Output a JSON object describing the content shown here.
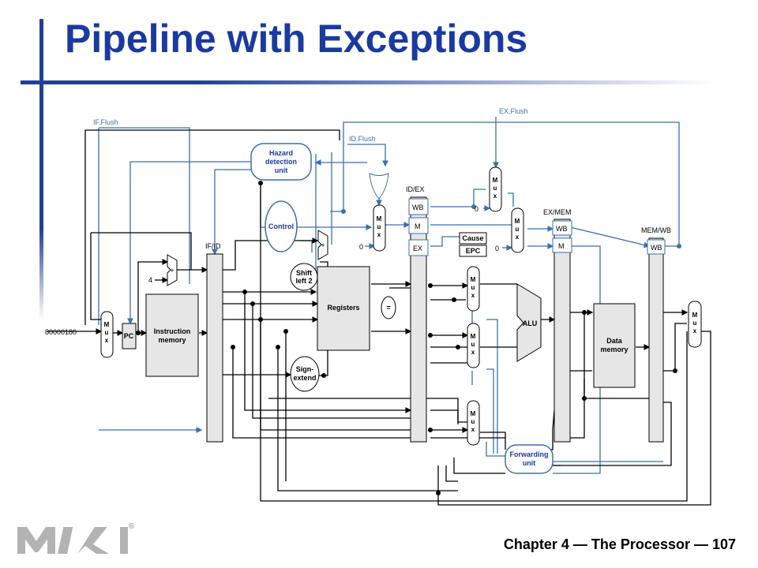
{
  "slide": {
    "title": "Pipeline with Exceptions",
    "footer": "Chapter 4 — The Processor — 107",
    "logo_text": "MK",
    "logo_mark": "®"
  },
  "colors": {
    "title": "#1a3aa0",
    "blue_line": "#3b6fb0",
    "black_line": "#000000",
    "gray_fill": "#e6e6e6"
  },
  "diagram": {
    "signals": {
      "if_flush": "IF.Flush",
      "id_flush": "ID.Flush",
      "ex_flush": "EX.Flush"
    },
    "registers": {
      "if_id": "IF/ID",
      "id_ex": "ID/EX",
      "ex_mem": "EX/MEM",
      "mem_wb": "MEM/WB"
    },
    "fields": {
      "wb": "WB",
      "m": "M",
      "ex": "EX"
    },
    "units": {
      "hazard_l1": "Hazard",
      "hazard_l2": "detection",
      "hazard_l3": "unit",
      "control": "Control",
      "shift_l1": "Shift",
      "shift_l2": "left 2",
      "registers": "Registers",
      "sign_l1": "Sign-",
      "sign_l2": "extend",
      "imem_l1": "Instruction",
      "imem_l2": "memory",
      "pc": "PC",
      "alu": "ALU",
      "dmem_l1": "Data",
      "dmem_l2": "memory",
      "fwd_l1": "Forwarding",
      "fwd_l2": "unit",
      "cause": "Cause",
      "epc": "EPC",
      "eq": "="
    },
    "mux_letters": [
      "M",
      "u",
      "x"
    ],
    "constants": {
      "four": "4",
      "zero": "0",
      "plus": "+",
      "exception_addr": "80000180"
    }
  }
}
